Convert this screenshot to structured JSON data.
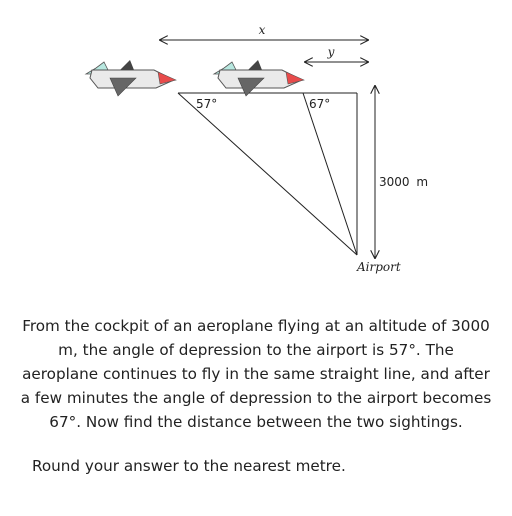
{
  "diagram": {
    "x_label": "x",
    "y_label": "y",
    "angle_1": "57°",
    "angle_2": "67°",
    "altitude_label": "3000 m",
    "altitude_value": "3000",
    "altitude_unit": "m",
    "airport_label": "Airport",
    "plane_colors": {
      "body": "#eaeaea",
      "wing": "#666666",
      "nose": "#e84b4b",
      "tail": "#b8e8e0"
    }
  },
  "problem": {
    "text": "From the cockpit of an aeroplane flying at an altitude of 3000 m, the angle of depression to the airport is 57°. The aeroplane continues to fly in the same straight line, and after a few minutes the angle of depression to the airport becomes 67°. Now find the distance between the two sightings.",
    "instruction": "Round your answer to the nearest metre."
  }
}
